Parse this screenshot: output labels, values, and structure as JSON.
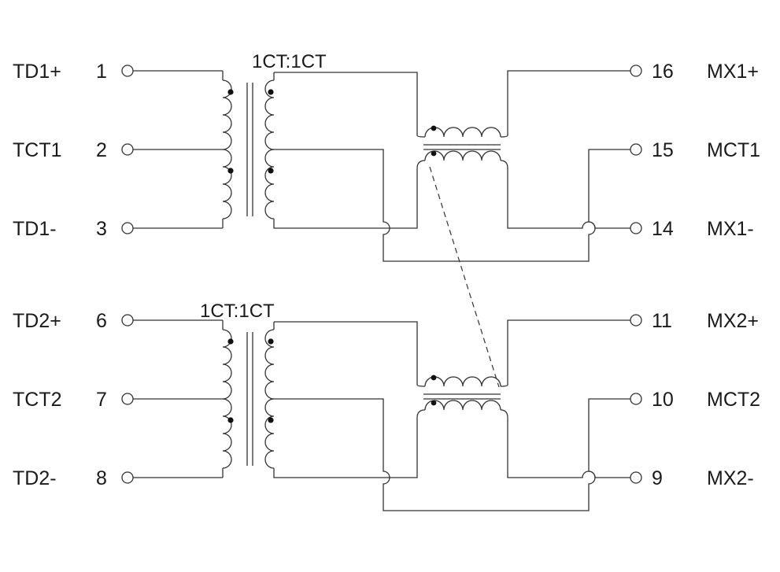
{
  "transformer_1": {
    "ratio": "1CT:1CT",
    "left_pins": [
      {
        "signal": "TD1+",
        "number": "1"
      },
      {
        "signal": "TCT1",
        "number": "2"
      },
      {
        "signal": "TD1-",
        "number": "3"
      }
    ],
    "right_pins": [
      {
        "number": "16",
        "signal": "MX1+"
      },
      {
        "number": "15",
        "signal": "MCT1"
      },
      {
        "number": "14",
        "signal": "MX1-"
      }
    ]
  },
  "transformer_2": {
    "ratio": "1CT:1CT",
    "left_pins": [
      {
        "signal": "TD2+",
        "number": "6"
      },
      {
        "signal": "TCT2",
        "number": "7"
      },
      {
        "signal": "TD2-",
        "number": "8"
      }
    ],
    "right_pins": [
      {
        "number": "11",
        "signal": "MX2+"
      },
      {
        "number": "10",
        "signal": "MCT2"
      },
      {
        "number": "9",
        "signal": "MX2-"
      }
    ]
  }
}
